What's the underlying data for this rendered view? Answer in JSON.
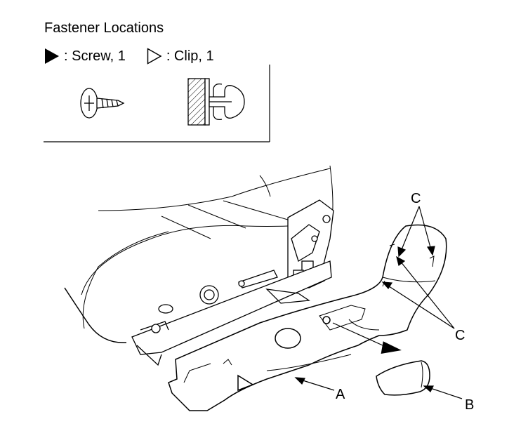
{
  "header": {
    "title": "Fastener Locations",
    "screw_label": ": Screw, 1",
    "clip_label": ": Clip, 1"
  },
  "icons": {
    "screw_marker": "filled-triangle-icon",
    "clip_marker": "outline-triangle-icon",
    "screw_illustration": "screw-icon",
    "clip_illustration": "clip-icon"
  },
  "callouts": {
    "a": "A",
    "b": "B",
    "c_top": "C",
    "c_bottom": "C"
  }
}
